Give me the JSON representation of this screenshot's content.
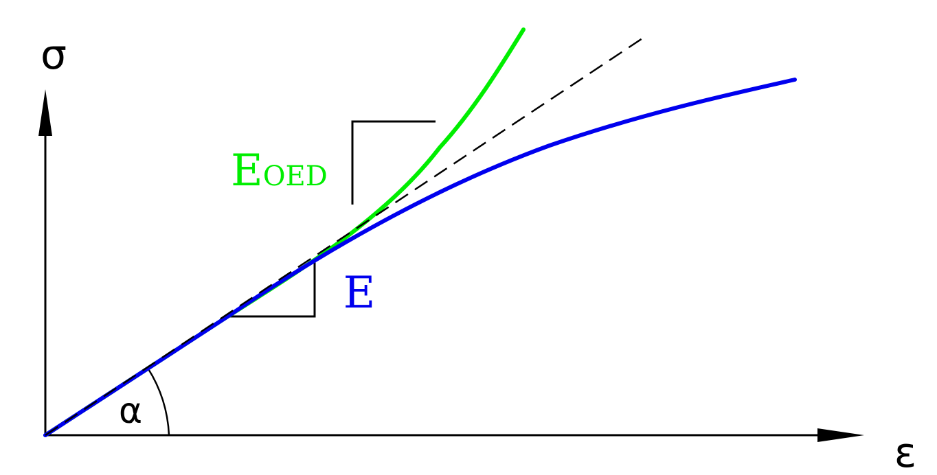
{
  "axes": {
    "y_label": "σ",
    "x_label": "ε",
    "angle_label": "α"
  },
  "curves": {
    "oedometric": {
      "label_main": "E",
      "label_sub": "OED",
      "color": "#00ee00"
    },
    "young": {
      "label": "E",
      "color": "#0000ee"
    }
  },
  "colors": {
    "axes": "#000000",
    "tangent": "#000000"
  }
}
